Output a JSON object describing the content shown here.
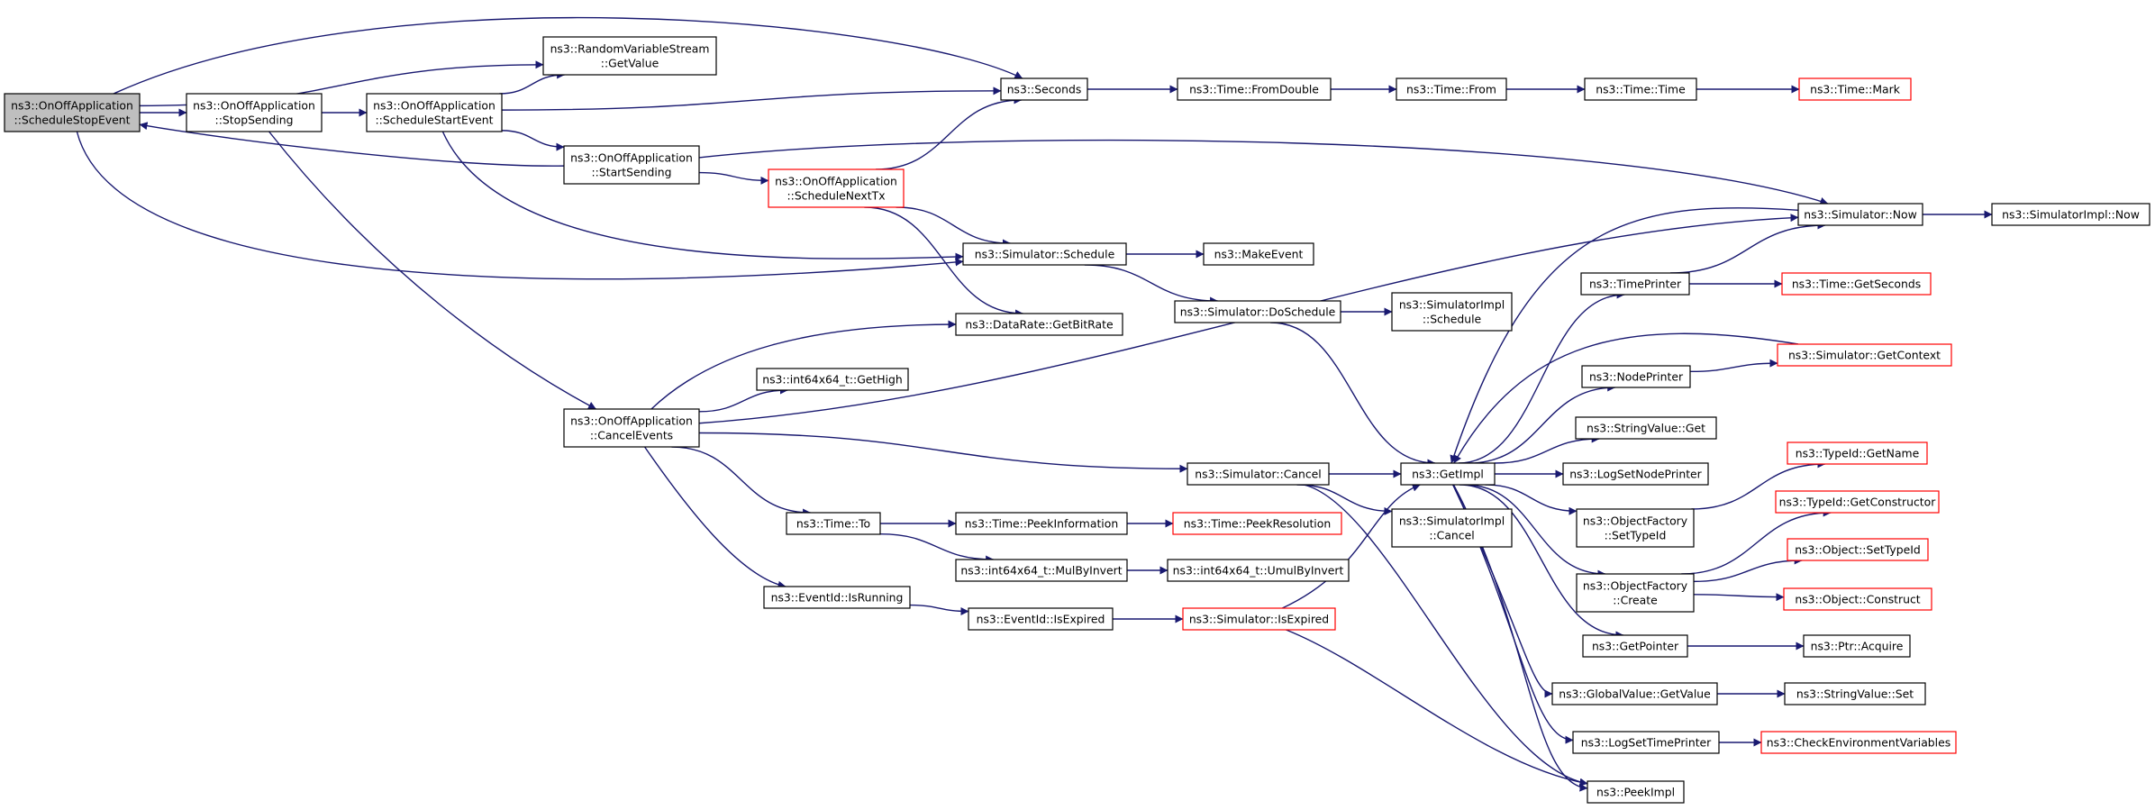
{
  "diagram": {
    "type": "call-graph",
    "colors": {
      "edge": "#191970",
      "border": "#000000",
      "truncated_border": "#ff0000",
      "root_fill": "#bfbfbf",
      "node_fill": "#ffffff"
    },
    "nodes": [
      {
        "id": "root",
        "lines": [
          "ns3::OnOffApplication",
          "::ScheduleStopEvent"
        ],
        "style": "root"
      },
      {
        "id": "stopSending",
        "lines": [
          "ns3::OnOffApplication",
          "::StopSending"
        ],
        "style": "normal"
      },
      {
        "id": "scheduleStartEvent",
        "lines": [
          "ns3::OnOffApplication",
          "::ScheduleStartEvent"
        ],
        "style": "normal"
      },
      {
        "id": "rvsGetValue",
        "lines": [
          "ns3::RandomVariableStream",
          "::GetValue"
        ],
        "style": "normal"
      },
      {
        "id": "startSending",
        "lines": [
          "ns3::OnOffApplication",
          "::StartSending"
        ],
        "style": "normal"
      },
      {
        "id": "scheduleNextTx",
        "lines": [
          "ns3::OnOffApplication",
          "::ScheduleNextTx"
        ],
        "style": "red"
      },
      {
        "id": "cancelEvents",
        "lines": [
          "ns3::OnOffApplication",
          "::CancelEvents"
        ],
        "style": "normal"
      },
      {
        "id": "seconds",
        "lines": [
          "ns3::Seconds"
        ],
        "style": "normal"
      },
      {
        "id": "fromDouble",
        "lines": [
          "ns3::Time::FromDouble"
        ],
        "style": "normal"
      },
      {
        "id": "timeFrom",
        "lines": [
          "ns3::Time::From"
        ],
        "style": "normal"
      },
      {
        "id": "timeTime",
        "lines": [
          "ns3::Time::Time"
        ],
        "style": "normal"
      },
      {
        "id": "timeMark",
        "lines": [
          "ns3::Time::Mark"
        ],
        "style": "red"
      },
      {
        "id": "simSchedule",
        "lines": [
          "ns3::Simulator::Schedule"
        ],
        "style": "normal"
      },
      {
        "id": "makeEvent",
        "lines": [
          "ns3::MakeEvent"
        ],
        "style": "normal"
      },
      {
        "id": "doSchedule",
        "lines": [
          "ns3::Simulator::DoSchedule"
        ],
        "style": "normal"
      },
      {
        "id": "simImplSchedule",
        "lines": [
          "ns3::SimulatorImpl",
          "::Schedule"
        ],
        "style": "normal"
      },
      {
        "id": "getBitRate",
        "lines": [
          "ns3::DataRate::GetBitRate"
        ],
        "style": "normal"
      },
      {
        "id": "getHigh",
        "lines": [
          "ns3::int64x64_t::GetHigh"
        ],
        "style": "normal"
      },
      {
        "id": "simCancel",
        "lines": [
          "ns3::Simulator::Cancel"
        ],
        "style": "normal"
      },
      {
        "id": "timeTo",
        "lines": [
          "ns3::Time::To"
        ],
        "style": "normal"
      },
      {
        "id": "peekInformation",
        "lines": [
          "ns3::Time::PeekInformation"
        ],
        "style": "normal"
      },
      {
        "id": "peekResolution",
        "lines": [
          "ns3::Time::PeekResolution"
        ],
        "style": "red"
      },
      {
        "id": "mulByInvert",
        "lines": [
          "ns3::int64x64_t::MulByInvert"
        ],
        "style": "normal"
      },
      {
        "id": "umulByInvert",
        "lines": [
          "ns3::int64x64_t::UmulByInvert"
        ],
        "style": "normal"
      },
      {
        "id": "isRunning",
        "lines": [
          "ns3::EventId::IsRunning"
        ],
        "style": "normal"
      },
      {
        "id": "isExpired",
        "lines": [
          "ns3::EventId::IsExpired"
        ],
        "style": "normal"
      },
      {
        "id": "simIsExpired",
        "lines": [
          "ns3::Simulator::IsExpired"
        ],
        "style": "red"
      },
      {
        "id": "simNow",
        "lines": [
          "ns3::Simulator::Now"
        ],
        "style": "normal"
      },
      {
        "id": "simImplNow",
        "lines": [
          "ns3::SimulatorImpl::Now"
        ],
        "style": "normal"
      },
      {
        "id": "timePrinter",
        "lines": [
          "ns3::TimePrinter"
        ],
        "style": "normal"
      },
      {
        "id": "getSeconds",
        "lines": [
          "ns3::Time::GetSeconds"
        ],
        "style": "red"
      },
      {
        "id": "nodePrinter",
        "lines": [
          "ns3::NodePrinter"
        ],
        "style": "normal"
      },
      {
        "id": "getContext",
        "lines": [
          "ns3::Simulator::GetContext"
        ],
        "style": "red"
      },
      {
        "id": "stringValueGet",
        "lines": [
          "ns3::StringValue::Get"
        ],
        "style": "normal"
      },
      {
        "id": "getImpl",
        "lines": [
          "ns3::GetImpl"
        ],
        "style": "normal"
      },
      {
        "id": "logSetNodePrinter",
        "lines": [
          "ns3::LogSetNodePrinter"
        ],
        "style": "normal"
      },
      {
        "id": "simImplCancel",
        "lines": [
          "ns3::SimulatorImpl",
          "::Cancel"
        ],
        "style": "normal"
      },
      {
        "id": "ofSetTypeId",
        "lines": [
          "ns3::ObjectFactory",
          "::SetTypeId"
        ],
        "style": "normal"
      },
      {
        "id": "typeIdGetName",
        "lines": [
          "ns3::TypeId::GetName"
        ],
        "style": "red"
      },
      {
        "id": "ofCreate",
        "lines": [
          "ns3::ObjectFactory",
          "::Create"
        ],
        "style": "normal"
      },
      {
        "id": "getConstructor",
        "lines": [
          "ns3::TypeId::GetConstructor"
        ],
        "style": "red"
      },
      {
        "id": "objSetTypeId",
        "lines": [
          "ns3::Object::SetTypeId"
        ],
        "style": "red"
      },
      {
        "id": "objConstruct",
        "lines": [
          "ns3::Object::Construct"
        ],
        "style": "red"
      },
      {
        "id": "getPointer",
        "lines": [
          "ns3::GetPointer"
        ],
        "style": "normal"
      },
      {
        "id": "ptrAcquire",
        "lines": [
          "ns3::Ptr::Acquire"
        ],
        "style": "normal"
      },
      {
        "id": "gvGetValue",
        "lines": [
          "ns3::GlobalValue::GetValue"
        ],
        "style": "normal"
      },
      {
        "id": "stringValueSet",
        "lines": [
          "ns3::StringValue::Set"
        ],
        "style": "normal"
      },
      {
        "id": "logSetTimePrinter",
        "lines": [
          "ns3::LogSetTimePrinter"
        ],
        "style": "normal"
      },
      {
        "id": "checkEnv",
        "lines": [
          "ns3::CheckEnvironmentVariables"
        ],
        "style": "red"
      },
      {
        "id": "peekImpl",
        "lines": [
          "ns3::PeekImpl"
        ],
        "style": "normal"
      }
    ],
    "edges": [
      [
        "root",
        "stopSending"
      ],
      [
        "root",
        "rvsGetValue"
      ],
      [
        "root",
        "seconds"
      ],
      [
        "root",
        "simSchedule"
      ],
      [
        "stopSending",
        "scheduleStartEvent"
      ],
      [
        "stopSending",
        "cancelEvents"
      ],
      [
        "scheduleStartEvent",
        "rvsGetValue"
      ],
      [
        "scheduleStartEvent",
        "seconds"
      ],
      [
        "scheduleStartEvent",
        "startSending"
      ],
      [
        "scheduleStartEvent",
        "simSchedule"
      ],
      [
        "startSending",
        "root"
      ],
      [
        "startSending",
        "scheduleNextTx"
      ],
      [
        "startSending",
        "simNow"
      ],
      [
        "scheduleNextTx",
        "seconds"
      ],
      [
        "scheduleNextTx",
        "simSchedule"
      ],
      [
        "scheduleNextTx",
        "getBitRate"
      ],
      [
        "seconds",
        "fromDouble"
      ],
      [
        "fromDouble",
        "timeFrom"
      ],
      [
        "timeFrom",
        "timeTime"
      ],
      [
        "timeTime",
        "timeMark"
      ],
      [
        "simSchedule",
        "makeEvent"
      ],
      [
        "simSchedule",
        "doSchedule"
      ],
      [
        "doSchedule",
        "simImplSchedule"
      ],
      [
        "doSchedule",
        "getImpl"
      ],
      [
        "cancelEvents",
        "getBitRate"
      ],
      [
        "cancelEvents",
        "getHigh"
      ],
      [
        "cancelEvents",
        "simNow"
      ],
      [
        "cancelEvents",
        "simCancel"
      ],
      [
        "cancelEvents",
        "timeTo"
      ],
      [
        "cancelEvents",
        "isRunning"
      ],
      [
        "simCancel",
        "getImpl"
      ],
      [
        "simCancel",
        "simImplCancel"
      ],
      [
        "simCancel",
        "peekImpl"
      ],
      [
        "timeTo",
        "peekInformation"
      ],
      [
        "timeTo",
        "mulByInvert"
      ],
      [
        "peekInformation",
        "peekResolution"
      ],
      [
        "mulByInvert",
        "umulByInvert"
      ],
      [
        "isRunning",
        "isExpired"
      ],
      [
        "isExpired",
        "simIsExpired"
      ],
      [
        "simIsExpired",
        "getImpl"
      ],
      [
        "simIsExpired",
        "peekImpl"
      ],
      [
        "simNow",
        "getImpl"
      ],
      [
        "simNow",
        "simImplNow"
      ],
      [
        "getImpl",
        "timePrinter"
      ],
      [
        "getImpl",
        "nodePrinter"
      ],
      [
        "getImpl",
        "stringValueGet"
      ],
      [
        "getImpl",
        "logSetNodePrinter"
      ],
      [
        "getImpl",
        "ofSetTypeId"
      ],
      [
        "getImpl",
        "ofCreate"
      ],
      [
        "getImpl",
        "getPointer"
      ],
      [
        "getImpl",
        "gvGetValue"
      ],
      [
        "getImpl",
        "logSetTimePrinter"
      ],
      [
        "getImpl",
        "peekImpl"
      ],
      [
        "timePrinter",
        "simNow"
      ],
      [
        "timePrinter",
        "getSeconds"
      ],
      [
        "nodePrinter",
        "getContext"
      ],
      [
        "getContext",
        "getImpl"
      ],
      [
        "ofSetTypeId",
        "typeIdGetName"
      ],
      [
        "ofCreate",
        "getConstructor"
      ],
      [
        "ofCreate",
        "objSetTypeId"
      ],
      [
        "ofCreate",
        "objConstruct"
      ],
      [
        "getPointer",
        "ptrAcquire"
      ],
      [
        "gvGetValue",
        "stringValueSet"
      ],
      [
        "logSetTimePrinter",
        "checkEnv"
      ]
    ]
  }
}
